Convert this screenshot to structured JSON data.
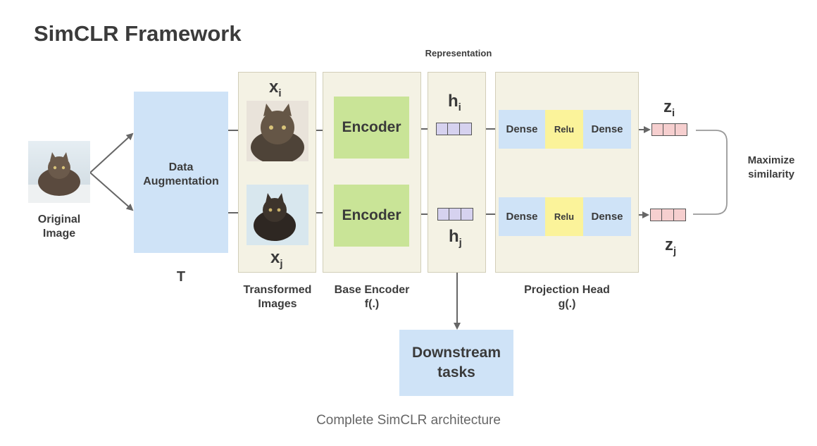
{
  "title": "SimCLR Framework",
  "caption": "Complete SimCLR architecture",
  "labels": {
    "representation": "Representation",
    "original_image": "Original\nImage",
    "data_augmentation": "Data\nAugmentation",
    "t": "T",
    "transformed_images": "Transformed\nImages",
    "base_encoder": "Base Encoder\nf(.)",
    "projection_head": "Projection Head\ng(.)",
    "maximize_similarity": "Maximize\nsimilarity",
    "downstream_tasks": "Downstream\ntasks"
  },
  "encoder_label": "Encoder",
  "dense_label": "Dense",
  "relu_label": "Relu",
  "symbols": {
    "x": "x",
    "h": "h",
    "z": "z",
    "sub_i": "i",
    "sub_j": "j"
  },
  "colors": {
    "augmentation": "#cfe3f7",
    "encoder": "#c9e497",
    "dense": "#cfe3f7",
    "relu": "#fbf39a",
    "h_vector": "#d6d2ef",
    "z_vector": "#f6cfcf",
    "panel": "#f4f2e4"
  }
}
